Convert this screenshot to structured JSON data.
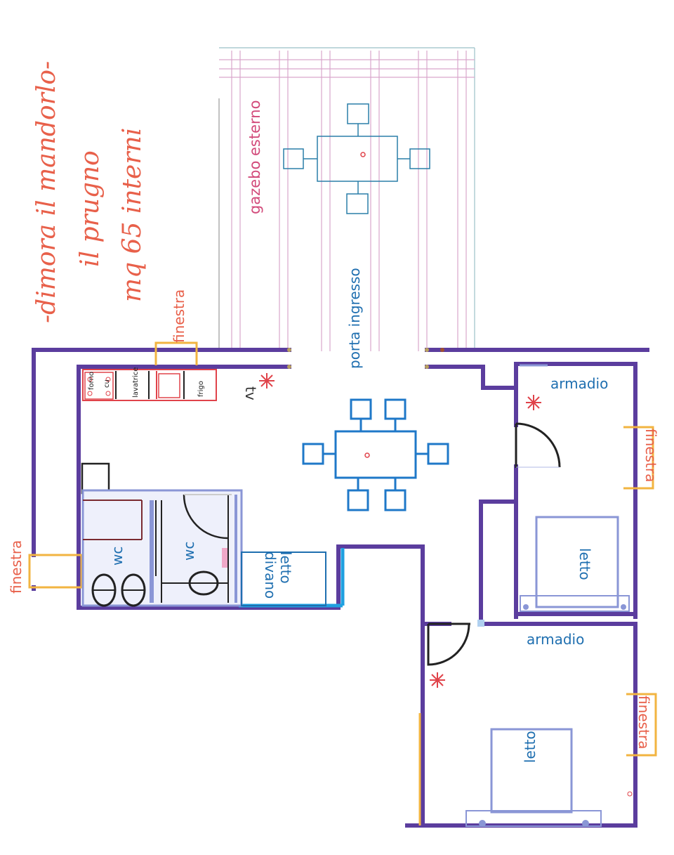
{
  "title": {
    "line1": "-dimora il mandorlo-",
    "line2": "il prugno",
    "line3": "mq 65 interni"
  },
  "labels": {
    "gazebo": "gazebo esterno",
    "entrance": "porta ingresso",
    "window": "finestra",
    "wardrobe": "armadio",
    "bed": "letto",
    "wc": "wc",
    "sofa_bed_1": "divano",
    "sofa_bed_2": "letto",
    "tv": "tv",
    "fridge": "frigo",
    "washer": "lavatrice",
    "oven_1": "forno",
    "oven_2": "cu"
  },
  "colors": {
    "walls": "#5b3d9e",
    "window": "#f2b441",
    "furniture_blue": "#1f78c8",
    "kitchen_red": "#e0434a",
    "gazebo_lines": "#d9a6cc",
    "title_red": "#e8604a",
    "bath_fixture": "#8a96d6"
  },
  "icons": [
    "snowflake-icon",
    "door-swing-icon"
  ]
}
